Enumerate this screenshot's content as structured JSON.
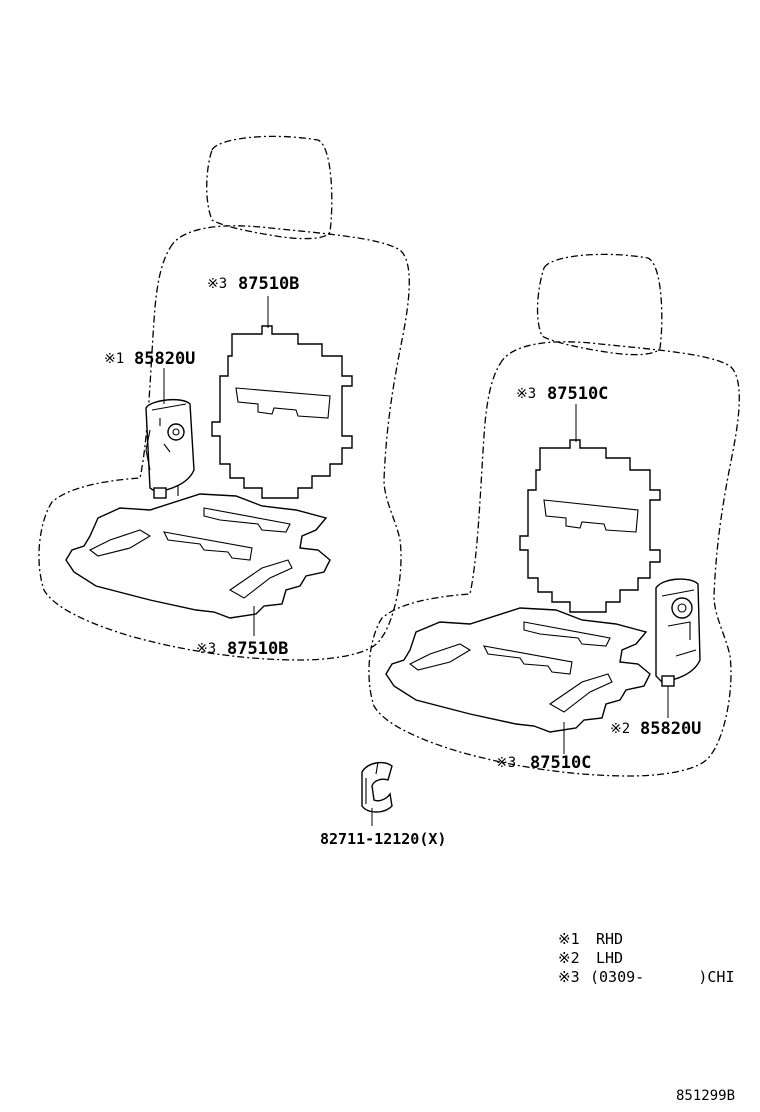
{
  "callouts": {
    "left_back": {
      "mark": "※3",
      "part": "87510B"
    },
    "left_module": {
      "mark": "※1",
      "part": "85820U"
    },
    "left_cushion": {
      "mark": "※3",
      "part": "87510B"
    },
    "right_back": {
      "mark": "※3",
      "part": "87510C"
    },
    "right_module": {
      "mark": "※2",
      "part": "85820U"
    },
    "right_cushion": {
      "mark": "※3",
      "part": "87510C"
    },
    "clip": {
      "part": "82711-12120(X)"
    }
  },
  "legend": [
    {
      "mark": "※1",
      "text": "RHD"
    },
    {
      "mark": "※2",
      "text": "LHD"
    },
    {
      "mark": "※3",
      "text": "(0309-      )CHI"
    }
  ],
  "diagram_ref": "851299B"
}
